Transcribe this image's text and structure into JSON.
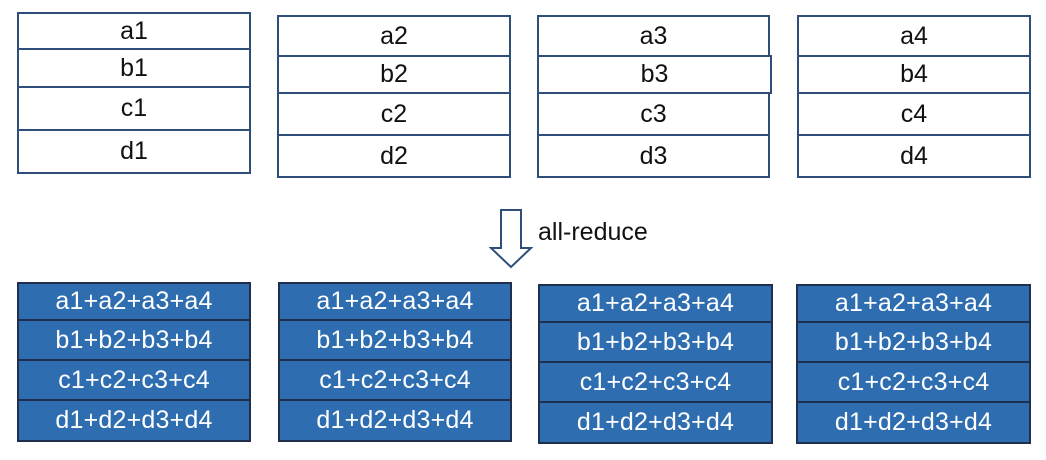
{
  "inputs": [
    [
      "a1",
      "b1",
      "c1",
      "d1"
    ],
    [
      "a2",
      "b2",
      "c2",
      "d2"
    ],
    [
      "a3",
      "b3",
      "c3",
      "d3"
    ],
    [
      "a4",
      "b4",
      "c4",
      "d4"
    ]
  ],
  "operation": {
    "label": "all-reduce",
    "icon": "down-arrow-icon"
  },
  "outputs": [
    [
      "a1+a2+a3+a4",
      "b1+b2+b3+b4",
      "c1+c2+c3+c4",
      "d1+d2+d3+d4"
    ],
    [
      "a1+a2+a3+a4",
      "b1+b2+b3+b4",
      "c1+c2+c3+c4",
      "d1+d2+d3+d4"
    ],
    [
      "a1+a2+a3+a4",
      "b1+b2+b3+b4",
      "c1+c2+c3+c4",
      "d1+d2+d3+d4"
    ],
    [
      "a1+a2+a3+a4",
      "b1+b2+b3+b4",
      "c1+c2+c3+c4",
      "d1+d2+d3+d4"
    ]
  ],
  "colors": {
    "output_fill": "#2e6db0",
    "output_text": "#ffffff",
    "input_border": "#2f4f7a",
    "arrow_stroke": "#2f4f7a"
  }
}
